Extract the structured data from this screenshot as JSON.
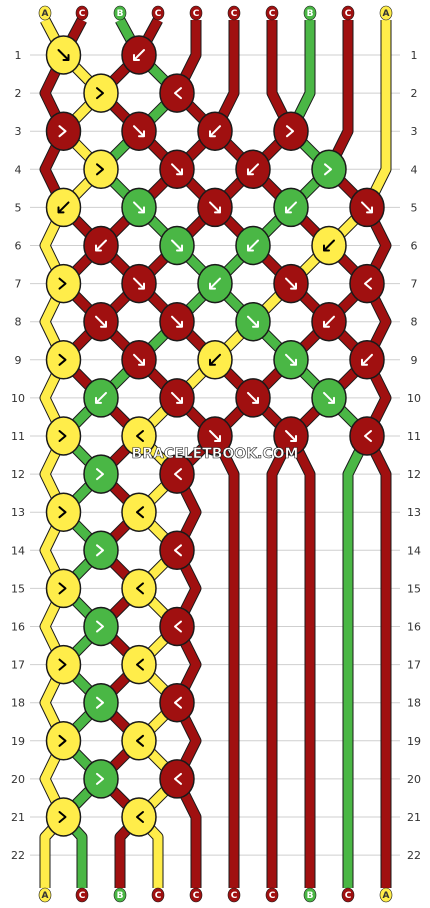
{
  "watermark": "BRACELETBOOK.COM",
  "colors": {
    "A": "#ffed4a",
    "B": "#4ab745",
    "C": "#a01010",
    "outline": "#1a1a1a",
    "grid": "#cfcfcf",
    "background": "#ffffff"
  },
  "strand_letters": [
    "A",
    "C",
    "B",
    "C",
    "C",
    "C",
    "C",
    "B",
    "C",
    "A"
  ],
  "row_numbers": [
    "1",
    "2",
    "3",
    "4",
    "5",
    "6",
    "7",
    "8",
    "9",
    "10",
    "11",
    "12",
    "13",
    "14",
    "15",
    "16",
    "17",
    "18",
    "19",
    "20",
    "21",
    "22"
  ],
  "knots": [
    [
      "fwd",
      "bwd"
    ],
    [
      "fb",
      "bf"
    ],
    [
      "fb",
      "fwd",
      "bwd",
      "fb"
    ],
    [
      "fb",
      "fwd",
      "bwd",
      "fb"
    ],
    [
      "bwd",
      "fwd",
      "fwd",
      "bwd",
      "fwd"
    ],
    [
      "bwd",
      "fwd",
      "bwd",
      "bwd"
    ],
    [
      "fb",
      "fwd",
      "bwd",
      "fwd",
      "bf"
    ],
    [
      "fwd",
      "fwd",
      "fwd",
      "bwd"
    ],
    [
      "fb",
      "fwd",
      "bwd",
      "fwd",
      "bwd",
      "bf"
    ],
    [
      "bwd",
      "fwd",
      "fwd",
      "fwd"
    ],
    [
      "fb",
      "bf",
      "fwd",
      "fwd",
      "bf",
      "bwd"
    ],
    [
      "fb",
      "bf"
    ],
    [
      "fb",
      "bf"
    ],
    [
      "fb",
      "bf"
    ],
    [
      "fb",
      "bf"
    ],
    [
      "fb",
      "bf"
    ],
    [
      "fb",
      "bf"
    ],
    [
      "fb",
      "bf"
    ],
    [
      "fb",
      "bf"
    ],
    [
      "fb",
      "bf"
    ],
    [
      "fb",
      "bf"
    ]
  ]
}
